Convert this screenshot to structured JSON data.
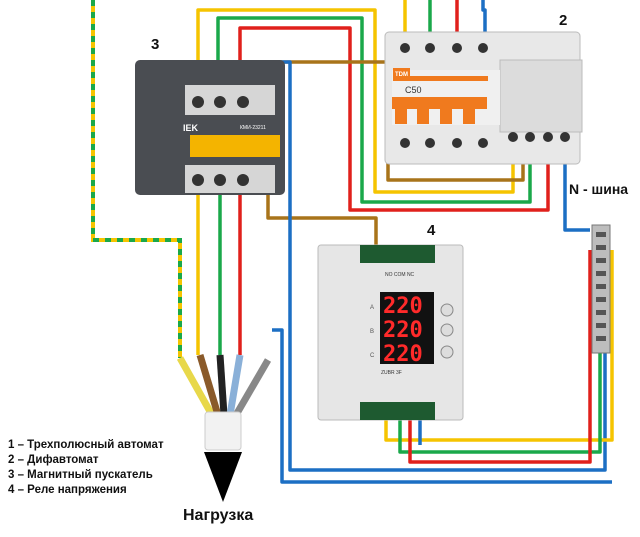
{
  "labels": {
    "device_2": "2",
    "device_3": "3",
    "device_4": "4",
    "n_bus": "N - шина",
    "load": "Нагрузка"
  },
  "legend": [
    "1 – Трехполюсный автомат",
    "2 – Дифавтомат",
    "3 – Магнитный пускатель",
    "4 – Реле напряжения"
  ],
  "breaker": {
    "brand": "TDM",
    "rating": "C50"
  },
  "contactor": {
    "brand": "IEK",
    "model": "КМИ-23211"
  },
  "relay": {
    "brand": "ZUBR 3F",
    "phases": [
      "A",
      "B",
      "C"
    ],
    "readings": [
      "220",
      "220",
      "220"
    ],
    "terminals_top": "NO COM NC"
  },
  "wire_colors": {
    "yellow": "#f5c400",
    "green": "#1aa84a",
    "red": "#e0201c",
    "blue": "#1c6fc4",
    "brown": "#a8741a",
    "earth": "#9acd32"
  }
}
